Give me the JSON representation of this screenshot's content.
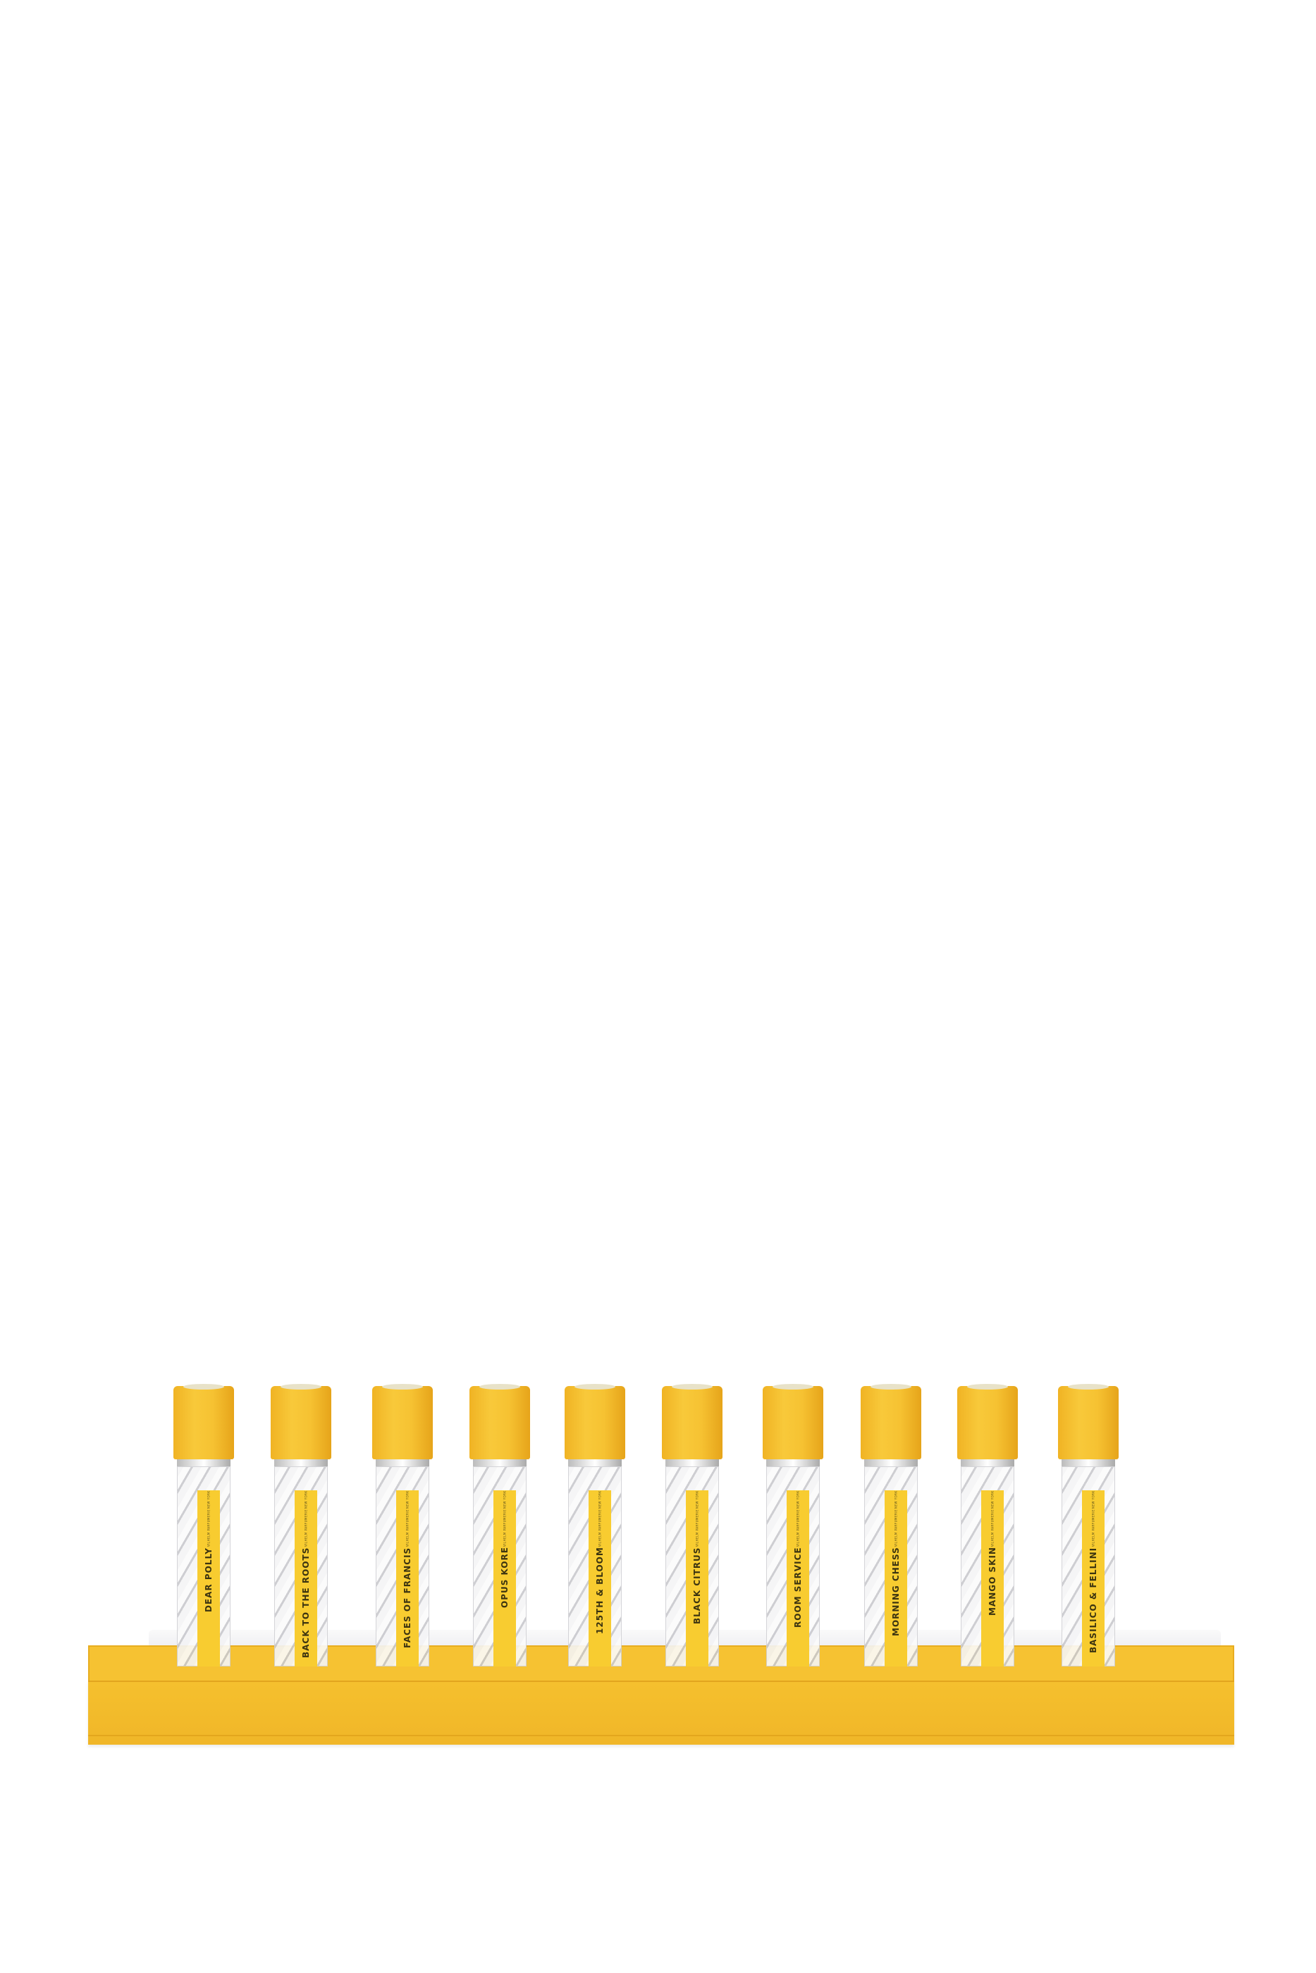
{
  "colors": {
    "box": "#f6c232",
    "cap": "#f6c232",
    "label": "#f8cc30",
    "insert": "#f0f0f4",
    "background": "#ffffff"
  },
  "brand": "VILHELM PARFUMERIE",
  "city": "NEW YORK",
  "bottles": [
    {
      "name": "DEAR POLLY"
    },
    {
      "name": "BACK TO THE ROOTS"
    },
    {
      "name": "FACES OF FRANCIS"
    },
    {
      "name": "OPUS KORE"
    },
    {
      "name": "125TH & BLOOM"
    },
    {
      "name": "BLACK CITRUS"
    },
    {
      "name": "ROOM SERVICE"
    },
    {
      "name": "MORNING CHESS"
    },
    {
      "name": "MANGO SKIN"
    },
    {
      "name": "BASILICO & FELLINI"
    }
  ]
}
